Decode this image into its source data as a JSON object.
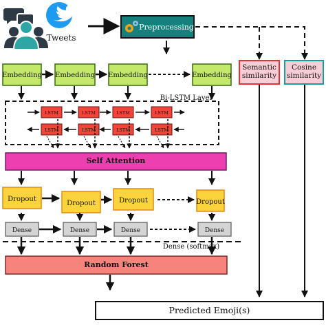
{
  "sources": {
    "tweets_label": "Tweets"
  },
  "nodes": {
    "preprocessing": "Preprocessing",
    "embedding": [
      "Embedding",
      "Embedding",
      "Embedding",
      "Embedding"
    ],
    "semantic_similarity": "Semantic similarity",
    "cosine_similarity": "Cosine similarity",
    "bilstm_layer": "Bi-LSTM Layer",
    "lstm_cell": "LSTM",
    "self_attention": "Self Attention",
    "dropout": [
      "Dropout",
      "Dropout",
      "Dropout",
      "Dropout"
    ],
    "dense": [
      "Dense",
      "Dense",
      "Dense",
      "Dense"
    ],
    "dense_softmax": "Dense (softmax)",
    "random_forest": "Random Forest",
    "predicted": "Predicted Emoji(s)"
  },
  "colors": {
    "preprocessing_fill": "#15807c",
    "embedding_fill": "#c3e86a",
    "embedding_border": "#3a6b10",
    "lstm_fill": "#f0463a",
    "self_attention_fill": "#ee3fb0",
    "dropout_fill": "#fbd33c",
    "dropout_border": "#e38a10",
    "dense_fill": "#d4d4d4",
    "random_forest_fill": "#f6837c",
    "similarity_fill": "#f9cdd7",
    "semantic_border": "#e8302f",
    "cosine_border": "#11a09c",
    "twitter_blue": "#1d9bf0",
    "people_dark": "#2d3a46",
    "people_teal": "#2fa6a6"
  },
  "icons": [
    "chat-bubbles-icon",
    "people-icon",
    "twitter-bird-icon",
    "gear-icon"
  ]
}
